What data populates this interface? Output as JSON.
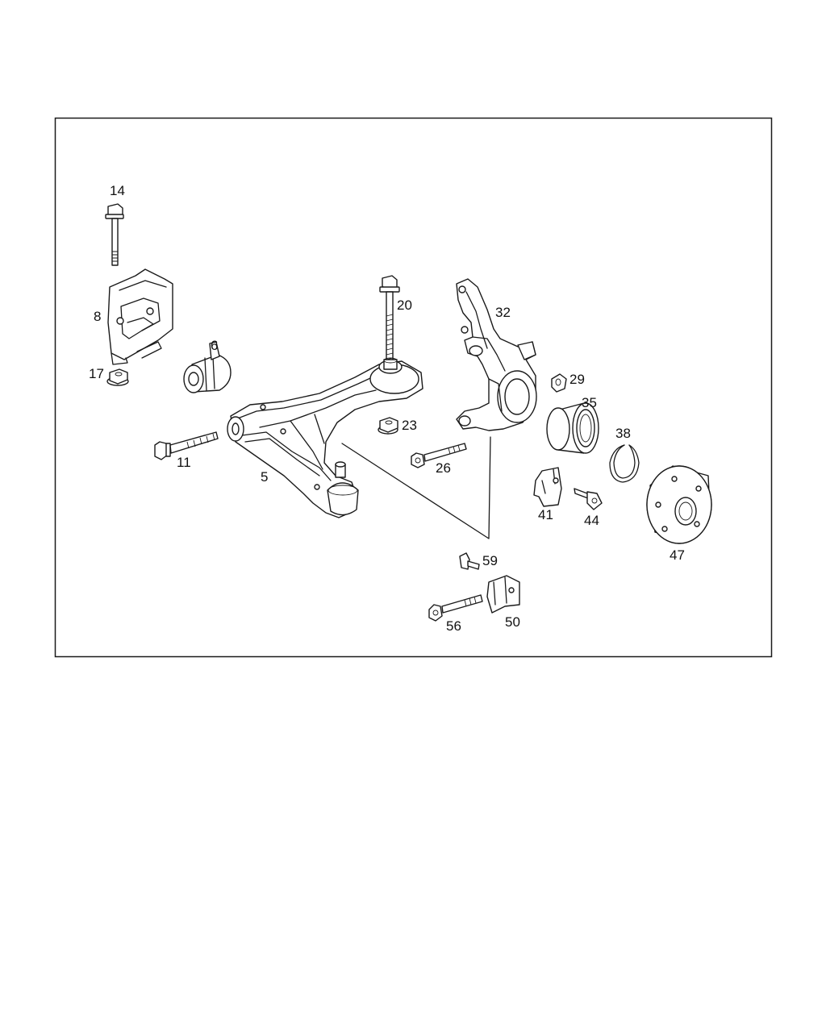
{
  "diagram": {
    "labels": {
      "p14": "14",
      "p8": "8",
      "p17": "17",
      "p6": "6",
      "p20": "20",
      "p32": "32",
      "p29": "29",
      "p35": "35",
      "p11": "11",
      "p23": "23",
      "p26": "26",
      "p38": "38",
      "p5": "5",
      "p41": "41",
      "p44": "44",
      "p47": "47",
      "p59": "59",
      "p56": "56",
      "p50": "50"
    }
  }
}
